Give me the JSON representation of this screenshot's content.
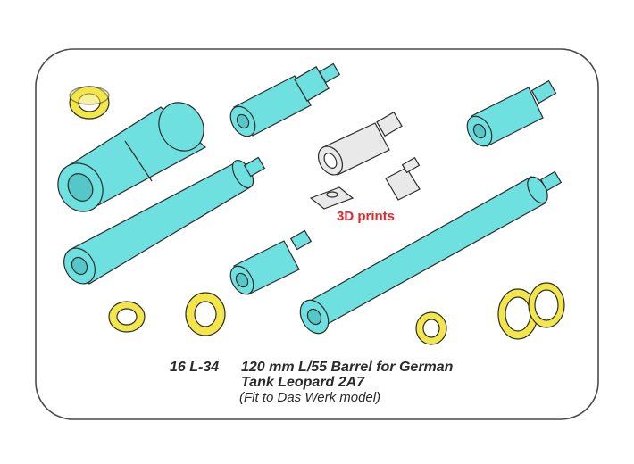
{
  "caption": {
    "code": "16 L-34",
    "title_line1": "120 mm L/55 Barrel for German",
    "title_line2": "Tank Leopard 2A7",
    "note": "(Fit to Das Werk model)"
  },
  "label_3d": "3D prints",
  "colors": {
    "barrel": "#6fe0e0",
    "ring": "#f2e64a",
    "print_part": "#e9e9e9",
    "outline": "#2b2b2b",
    "label_3d": "#e0282c"
  }
}
